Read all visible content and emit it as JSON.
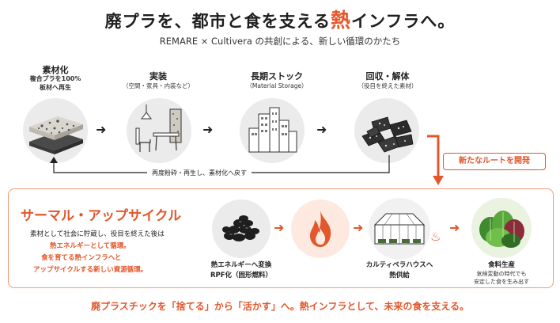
{
  "header": {
    "title_before": "廃プラを、都市と食を支える",
    "title_highlight": "熱",
    "title_after": "インフラへ。",
    "subtitle": "REMARE × Cultivera の共創による、新しい循環のかたち"
  },
  "top_flow": [
    {
      "title": "素材化",
      "sub1": "複合プラを100%",
      "sub2": "板材へ再生",
      "icon": "recycled-board-icon"
    },
    {
      "title": "実装",
      "sub1": "（空間・家具・内装など）",
      "sub2": "",
      "icon": "furniture-icon"
    },
    {
      "title": "長期ストック",
      "sub1": "（Material Storage）",
      "sub2": "",
      "icon": "city-buildings-icon"
    },
    {
      "title": "回収・解体",
      "sub1": "（役目を終えた素材）",
      "sub2": "",
      "icon": "broken-boards-icon"
    }
  ],
  "return_label": "再度粉砕・再生し、素材化へ戻す",
  "new_route_label": "新たなルートを開発",
  "upcycle": {
    "title": "サーマル・アップサイクル",
    "lines": [
      {
        "text": "素材として社会に貯蔵し、役目を終えた後は",
        "emph": false
      },
      {
        "text": "熱エネルギーとして循環。",
        "emph": true
      },
      {
        "text": "食を育てる熱インフラへと",
        "emph": true
      },
      {
        "text": "アップサイクルする新しい資源循環。",
        "emph": true
      }
    ],
    "steps": [
      {
        "cap": "熱エネルギーへ変換",
        "cap2": "RPF化（固形燃料）",
        "icon": "rpf-pellets-icon"
      },
      {
        "cap": "",
        "cap2": "",
        "icon": "flame-icon"
      },
      {
        "cap": "カルティベラハウスへ",
        "cap2": "熱供給",
        "icon": "greenhouse-icon"
      },
      {
        "cap": "食料生産",
        "cap2": "気候変動の時代でも",
        "cap3": "安定した食を生み出す",
        "icon": "vegetables-icon"
      }
    ]
  },
  "footer": "廃プラスチックを「捨てる」から「活かす」へ。熱インフラとして、未来の食を支える。",
  "colors": {
    "accent": "#e2572b",
    "box_border": "#ef9a75"
  }
}
